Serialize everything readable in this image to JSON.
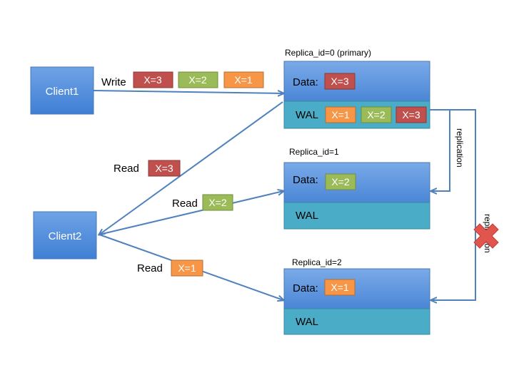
{
  "clients": {
    "client1": "Client1",
    "client2": "Client2"
  },
  "write": {
    "label": "Write",
    "values": [
      "X=3",
      "X=2",
      "X=1"
    ]
  },
  "replicas": {
    "r0": {
      "title": "Replica_id=0 (primary)",
      "data_label": "Data:",
      "data_value": "X=3",
      "wal_label": "WAL",
      "wal_values": [
        "X=1",
        "X=2",
        "X=3"
      ]
    },
    "r1": {
      "title": "Replica_id=1",
      "data_label": "Data:",
      "data_value": "X=2",
      "wal_label": "WAL"
    },
    "r2": {
      "title": "Replica_id=2",
      "data_label": "Data:",
      "data_value": "X=1",
      "wal_label": "WAL"
    }
  },
  "reads": {
    "r0": {
      "label": "Read",
      "value": "X=3"
    },
    "r1": {
      "label": "Read",
      "value": "X=2"
    },
    "r2": {
      "label": "Read",
      "value": "X=1"
    }
  },
  "replication": {
    "label1": "replication",
    "label2": "replication",
    "failed_icon": "x-mark-icon"
  },
  "colors": {
    "x3": "#c0504d",
    "x2": "#9bbb59",
    "x1": "#f79646",
    "arrow": "#4f81bd",
    "wal": "#4aacc6",
    "fail": "#e0564f"
  }
}
